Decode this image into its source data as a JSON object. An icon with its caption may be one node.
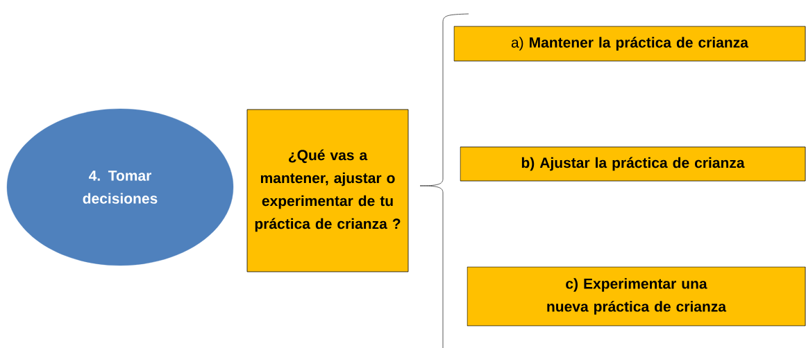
{
  "diagram": {
    "nodes": [
      {
        "text": [
          "4. Tomar decisiones"
        ]
      },
      {
        "text": [
          "¿Qué vas a mantener, ajustar  o experimentar de tu práctica de crianza ?"
        ]
      },
      {
        "text": [
          "a) **Mantener la práctica de crianza**"
        ]
      },
      {
        "text": [
          "b) Ajustar la práctica de crianza"
        ]
      },
      {
        "text": [
          "c) Experimentar una nueva práctica de crianza"
        ]
      }
    ]
  }
}
